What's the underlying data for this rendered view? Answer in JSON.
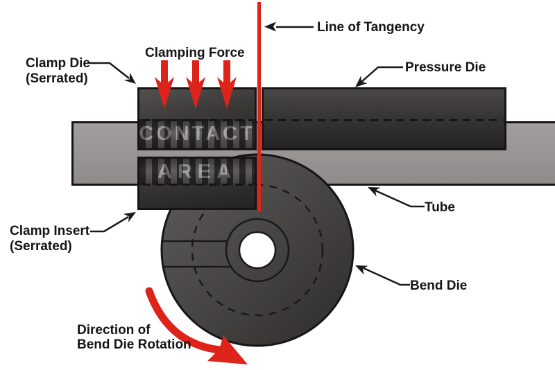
{
  "title": "Rotary draw bending diagram",
  "labels": {
    "clamping_force": "Clamping Force",
    "line_of_tangency": "Line of Tangency",
    "pressure_die": "Pressure Die",
    "clamp_die_line1": "Clamp Die",
    "clamp_die_line2": "(Serrated)",
    "clamp_insert_line1": "Clamp Insert",
    "clamp_insert_line2": "(Serrated)",
    "tube": "Tube",
    "bend_die": "Bend Die",
    "direction_line1": "Direction of",
    "direction_line2": "Bend Die Rotation",
    "contact_area_line1": "CONTACT",
    "contact_area_line2": "AREA"
  },
  "colors": {
    "accent_red": "#dd231a",
    "outline_black": "#161414",
    "tube_gray": "#9b9797",
    "die_dark": "#3a3737",
    "contact_text_gray": "#b0adad",
    "background": "#ffffff"
  }
}
